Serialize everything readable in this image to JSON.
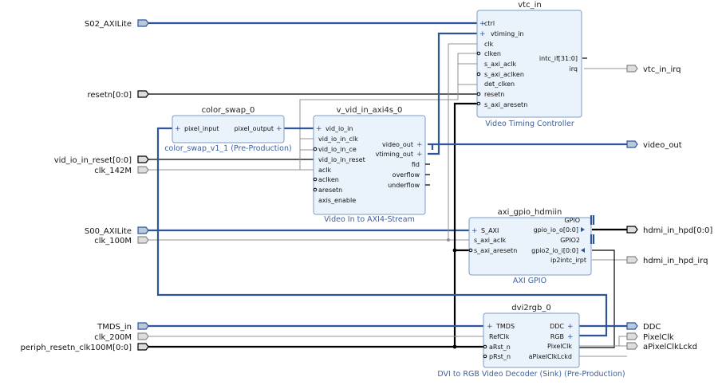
{
  "ports_left": {
    "s02": "S02_AXILite",
    "resetn": "resetn[0:0]",
    "vid_reset": "vid_io_in_reset[0:0]",
    "clk142": "clk_142M",
    "s00": "S00_AXILite",
    "clk100": "clk_100M",
    "tmds": "TMDS_in",
    "clk200": "clk_200M",
    "periph": "periph_resetn_clk100M[0:0]"
  },
  "ports_right": {
    "vtc_irq": "vtc_in_irq",
    "video_out": "video_out",
    "hpd": "hdmi_in_hpd[0:0]",
    "hpd_irq": "hdmi_in_hpd_irq",
    "ddc": "DDC",
    "pixelclk": "PixelClk",
    "apixel": "aPixelClkLckd"
  },
  "vtc": {
    "name": "vtc_in",
    "subtitle": "Video Timing Controller",
    "in": [
      "ctrl",
      "vtiming_in",
      "clk",
      "clken",
      "s_axi_aclk",
      "s_axi_aclken",
      "det_clken",
      "resetn",
      "s_axi_aresetn"
    ],
    "out": [
      "intc_if[31:0]",
      "irq"
    ]
  },
  "cs": {
    "name": "color_swap_0",
    "subtitle": "color_swap_v1_1 (Pre-Production)",
    "in": "pixel_input",
    "out": "pixel_output"
  },
  "vid": {
    "name": "v_vid_in_axi4s_0",
    "subtitle": "Video In to AXI4-Stream",
    "in": [
      "vid_io_in",
      "vid_io_in_clk",
      "vid_io_in_ce",
      "vid_io_in_reset",
      "aclk",
      "aclken",
      "aresetn",
      "axis_enable"
    ],
    "out": [
      "video_out",
      "vtiming_out",
      "fid",
      "overflow",
      "underflow"
    ]
  },
  "gpio": {
    "name": "axi_gpio_hdmiin",
    "subtitle": "AXI GPIO",
    "in": [
      "S_AXI",
      "s_axi_aclk",
      "s_axi_aresetn"
    ],
    "out": [
      "GPIO",
      "gpio_io_o[0:0]",
      "GPIO2",
      "gpio2_io_i[0:0]",
      "ip2intc_irpt"
    ]
  },
  "dvi": {
    "name": "dvi2rgb_0",
    "subtitle": "DVI to RGB Video Decoder (Sink) (Pre-Production)",
    "in": [
      "TMDS",
      "RefClk",
      "aRst_n",
      "pRst_n"
    ],
    "out": [
      "DDC",
      "RGB",
      "PixelClk",
      "aPixelClkLckd"
    ]
  }
}
